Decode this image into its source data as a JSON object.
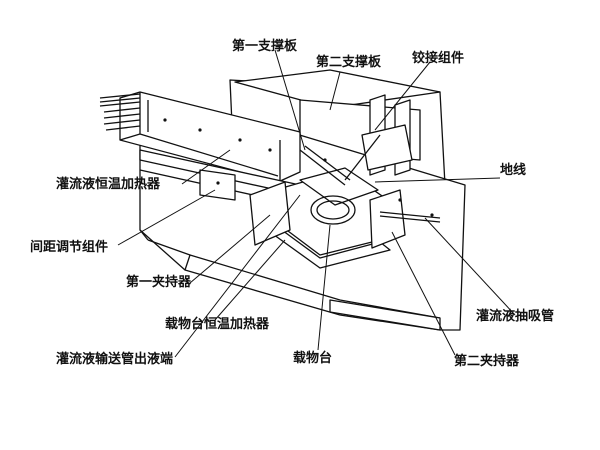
{
  "labels": {
    "first_support_plate": "第一支撑板",
    "second_support_plate": "第二支撑板",
    "hinge_assembly": "铰接组件",
    "perfusate_heater": "灌流液恒温加热器",
    "ground_wire": "地线",
    "spacing_adjust": "间距调节组件",
    "first_clamp": "第一夹持器",
    "stage_heater": "载物台恒温加热器",
    "outlet": "灌流液输送管出液端",
    "stage": "载物台",
    "suction_tube": "灌流液抽吸管",
    "second_clamp": "第二夹持器"
  },
  "colors": {
    "ink": "#111111",
    "paper": "#ffffff",
    "shade": "#d9d9d9"
  }
}
